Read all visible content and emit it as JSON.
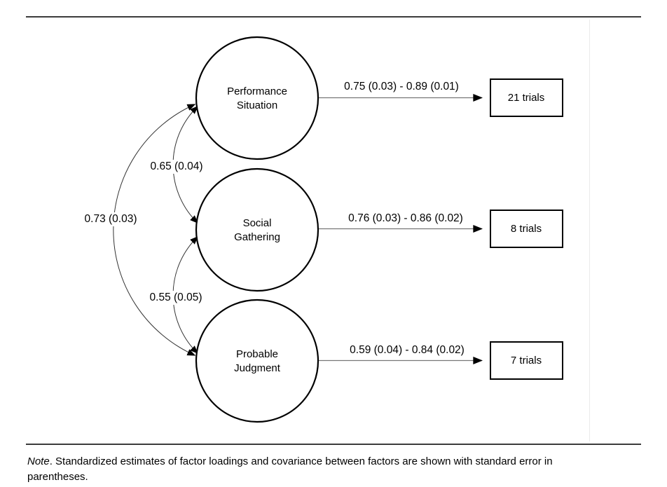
{
  "model": {
    "factors": [
      {
        "name_line1": "Performance",
        "name_line2": "Situation",
        "loading_range": "0.75 (0.03) - 0.89 (0.01)",
        "indicator": "21 trials"
      },
      {
        "name_line1": "Social",
        "name_line2": "Gathering",
        "loading_range": "0.76 (0.03) - 0.86 (0.02)",
        "indicator": "8 trials"
      },
      {
        "name_line1": "Probable",
        "name_line2": "Judgment",
        "loading_range": "0.59 (0.04) - 0.84 (0.02)",
        "indicator": "7 trials"
      }
    ],
    "covariances": [
      {
        "between": "Performance Situation - Social Gathering",
        "value": "0.65 (0.04)"
      },
      {
        "between": "Performance Situation - Probable Judgment",
        "value": "0.73 (0.03)"
      },
      {
        "between": "Social Gathering - Probable Judgment",
        "value": "0.55 (0.05)"
      }
    ]
  },
  "note": {
    "label": "Note",
    "line1_rest": ". Standardized estimates of factor loadings and covariance between factors are shown with standard error in",
    "line2": "parentheses."
  },
  "colors": {
    "ink": "#000000",
    "rule": "#3c3c3c",
    "background": "#ffffff",
    "faint_guide": "#ebebeb"
  }
}
